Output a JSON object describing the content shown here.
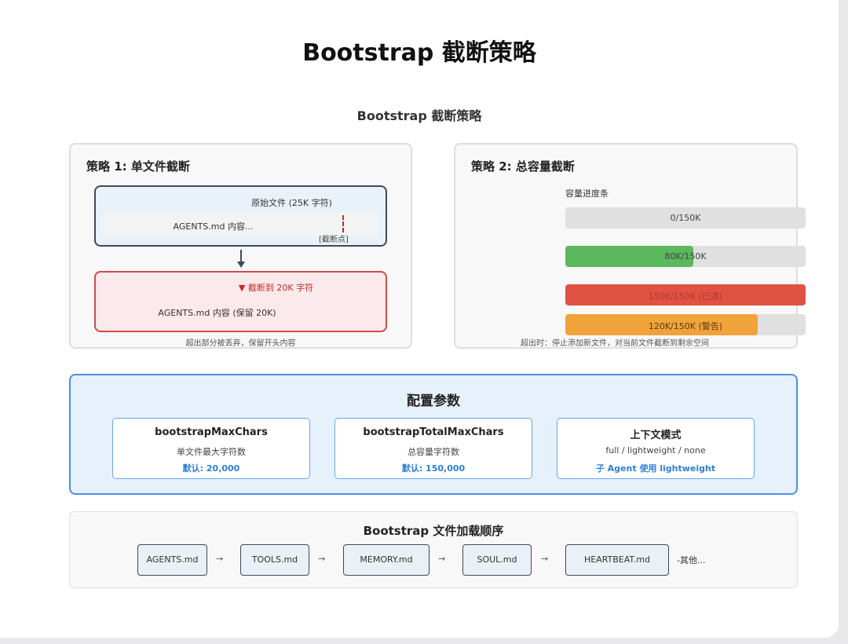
{
  "main_title": "Bootstrap 截断策略",
  "sub_title": "Bootstrap 截断策略",
  "strategy1": {
    "title": "策略 1: 单文件截断",
    "original_label": "原始文件 (25K 字符)",
    "original_content": "AGENTS.md 内容...",
    "cut_point": "[截断点]",
    "truncated_label": "▼ 截断到 20K 字符",
    "truncated_content": "AGENTS.md 内容 (保留 20K)",
    "caption": "超出部分被丢弃，保留开头内容"
  },
  "strategy2": {
    "title": "策略 2: 总容量截断",
    "progress_title": "容量进度条",
    "bars": [
      {
        "label": "0/150K",
        "value": 0,
        "max": 150,
        "color": "#e0e0e0"
      },
      {
        "label": "80K/150K",
        "value": 80,
        "max": 150,
        "color": "#5cb85c"
      },
      {
        "label": "150K/150K (已满)",
        "value": 150,
        "max": 150,
        "color": "#e05243"
      },
      {
        "label": "120K/150K (警告)",
        "value": 120,
        "max": 150,
        "color": "#f0a33a"
      }
    ],
    "caption": "超出时：停止添加新文件，对当前文件截断到剩余空间"
  },
  "config": {
    "title": "配置参数",
    "cards": [
      {
        "name": "bootstrapMaxChars",
        "desc": "单文件最大字符数",
        "default": "默认: 20,000"
      },
      {
        "name": "bootstrapTotalMaxChars",
        "desc": "总容量字符数",
        "default": "默认: 150,000"
      },
      {
        "name": "上下文模式",
        "desc": "full / lightweight / none",
        "default": "子 Agent 使用 lightweight"
      }
    ]
  },
  "order": {
    "title": "Bootstrap 文件加载顺序",
    "files": [
      "AGENTS.md",
      "TOOLS.md",
      "MEMORY.md",
      "SOUL.md",
      "HEARTBEAT.md"
    ],
    "arrow": "→",
    "etc": "-其他..."
  },
  "colors": {
    "accent_blue": "#4a90e2",
    "danger_red": "#cf4b4b",
    "navy": "#3b4a5e"
  }
}
